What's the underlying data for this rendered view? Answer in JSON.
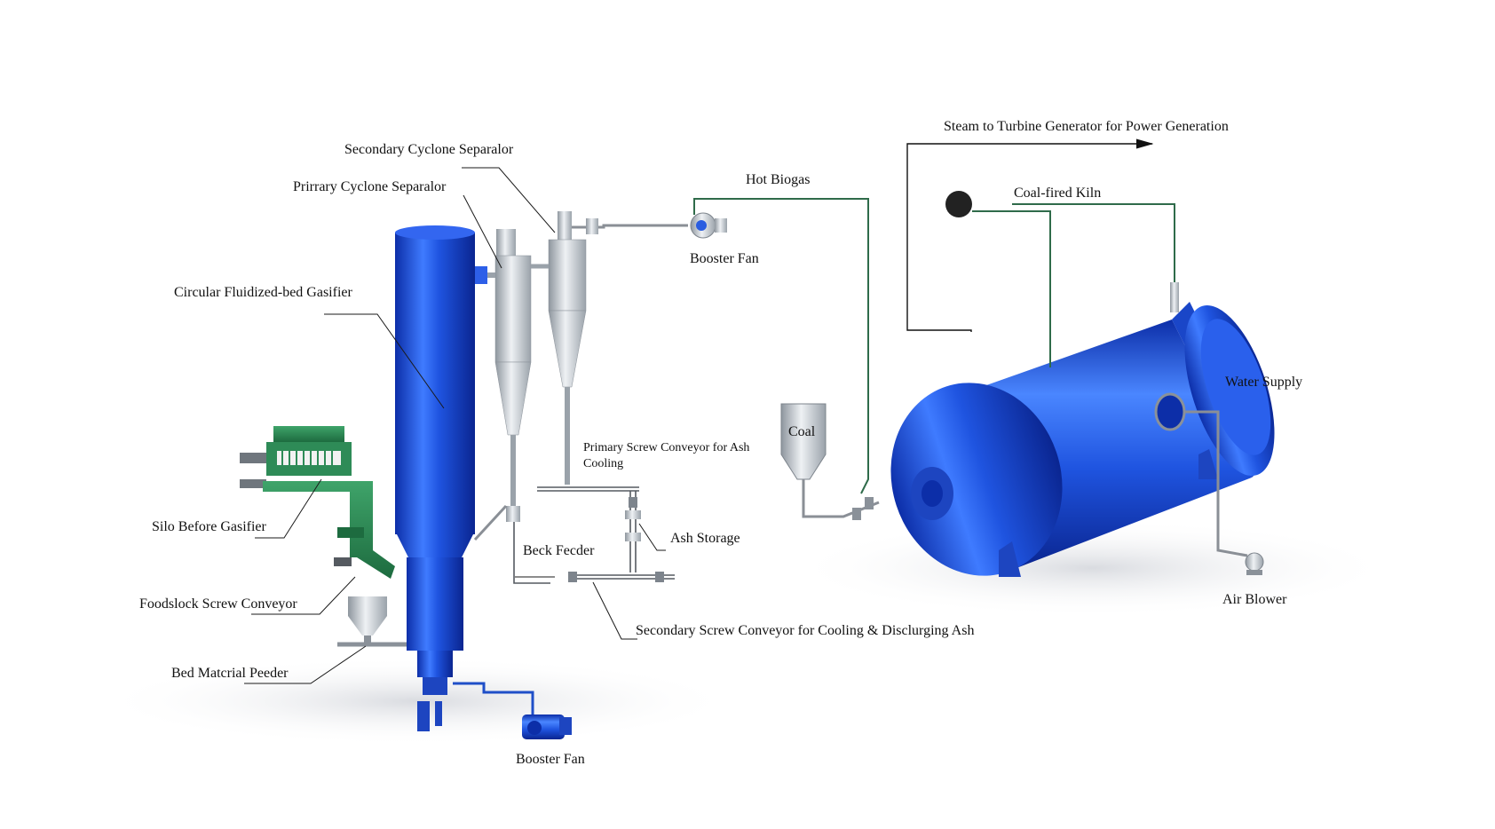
{
  "labels": {
    "secondary_cyclone": "Secondary Cyclone Separalor",
    "primary_cyclone": "Prirrary Cyclone Separalor",
    "gasifier": "Circular Fluidized-bed Gasifier",
    "hot_biogas": "Hot Biogas",
    "booster_fan_top": "Booster Fan",
    "steam": "Steam to Turbine Generator for Power Generation",
    "coal_fired_kiln": "Coal-fired Kiln",
    "water_supply": "Water Supply",
    "coal": "Coal",
    "primary_screw_line1": "Primary Screw Conveyor for Ash",
    "primary_screw_line2": "Cooling",
    "silo": "Silo Before Gasifier",
    "beck_feeder": "Beck Fecder",
    "ash_storage": "Ash Storage",
    "feedstock_screw": "Foodslock Screw Conveyor",
    "secondary_screw": "Secondary Screw Conveyor for Cooling & Disclurging Ash",
    "air_blower": "Air Blower",
    "bed_material": "Bed Matcrial Peeder",
    "booster_fan_bottom": "Booster Fan"
  },
  "colors": {
    "vessel_blue": "#1f4fd6",
    "steel": "#b9c0c8",
    "silo_green": "#2e8b57",
    "pipe_green": "#2f6b4a",
    "text": "#111111"
  }
}
